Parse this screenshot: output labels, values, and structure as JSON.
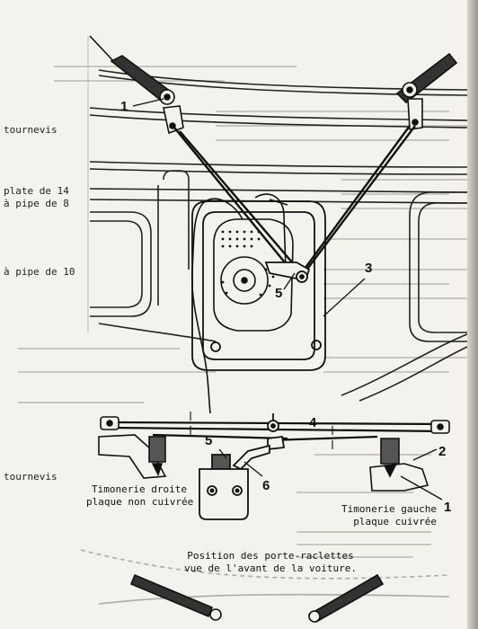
{
  "margin_notes": {
    "line1": "tournevis",
    "line2": "plate de 14",
    "line3": "à pipe de 8",
    "line4": "à pipe de 10",
    "line5": "tournevis"
  },
  "callouts": {
    "c1_top": "1",
    "c3": "3",
    "c5_top": "5",
    "c4": "4",
    "c5_bottom": "5",
    "c6": "6",
    "c2": "2",
    "c1_bottom": "1"
  },
  "captions": {
    "left_line1": "Timonerie droite",
    "left_line2": "plaque non cuivrée",
    "right_line1": "Timonerie gauche",
    "right_line2": "plaque cuivrée",
    "bottom_line1": "Position des porte-raclettes",
    "bottom_line2": "vue de l'avant de la voiture."
  }
}
